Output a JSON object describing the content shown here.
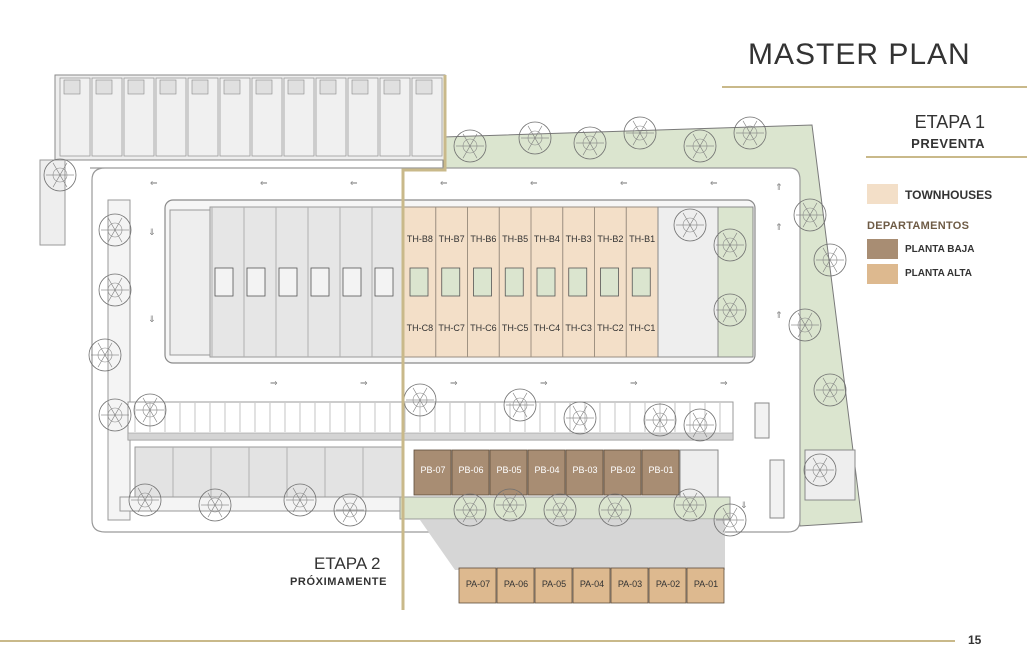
{
  "header": {
    "title": "MASTER PLAN"
  },
  "stage1": {
    "title": "ETAPA 1",
    "subtitle": "PREVENTA"
  },
  "stage2": {
    "title": "ETAPA 2",
    "subtitle": "PRÓXIMAMENTE"
  },
  "legend": {
    "townhouses": {
      "label": "TOWNHOUSES",
      "color": "#f3dfc8"
    },
    "departments_heading": "DEPARTAMENTOS",
    "ground_floor": {
      "label": "PLANTA BAJA",
      "color": "#a88d73"
    },
    "upper_floor": {
      "label": "PLANTA ALTA",
      "color": "#ddb98f"
    }
  },
  "units": {
    "townhouses_north": [
      "TH-B8",
      "TH-B7",
      "TH-B6",
      "TH-B5",
      "TH-B4",
      "TH-B3",
      "TH-B2",
      "TH-B1"
    ],
    "townhouses_south": [
      "TH-C8",
      "TH-C7",
      "TH-C6",
      "TH-C5",
      "TH-C4",
      "TH-C3",
      "TH-C2",
      "TH-C1"
    ],
    "planta_baja": [
      "PB-07",
      "PB-06",
      "PB-05",
      "PB-04",
      "PB-03",
      "PB-02",
      "PB-01"
    ],
    "planta_alta": [
      "PA-07",
      "PA-06",
      "PA-05",
      "PA-04",
      "PA-03",
      "PA-02",
      "PA-01"
    ]
  },
  "colors": {
    "accent_gold": "#c9b98a",
    "green_area": "#dbe5cf",
    "road_line": "#c8c8c8",
    "gray_lot": "#e3e3e3",
    "tree_stroke": "#6f6f6f"
  },
  "footer": {
    "page_number": "15"
  }
}
